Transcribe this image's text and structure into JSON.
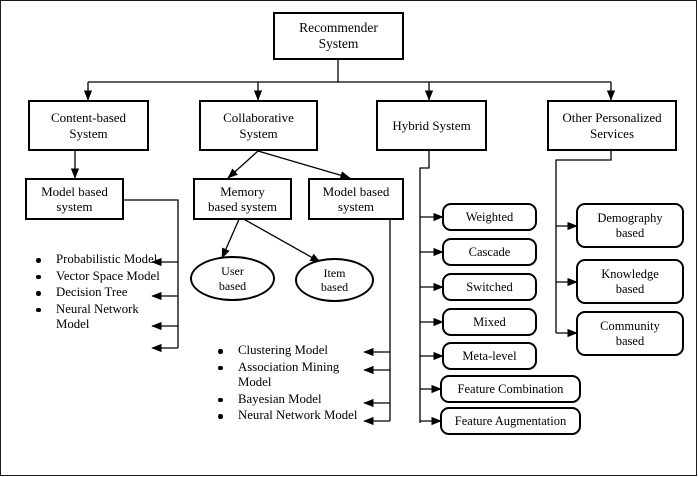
{
  "diagram": {
    "title": "Recommender System Taxonomy",
    "root": {
      "label": "Recommender\nSystem",
      "text": "Recommender System"
    },
    "level1": [
      {
        "id": "content-based-system",
        "label": "Content-based\nSystem"
      },
      {
        "id": "collaborative-system",
        "label": "Collaborative\nSystem"
      },
      {
        "id": "hybrid-system",
        "label": "Hybrid System"
      },
      {
        "id": "other-personalized-services",
        "label": "Other Personalized\nServices"
      }
    ],
    "content_branch": {
      "child": {
        "id": "content-model-based-system",
        "label": "Model based\nsystem"
      },
      "items": [
        "Probabilistic Model",
        "Vector Space Model",
        "Decision Tree",
        "Neural Network Model"
      ]
    },
    "collaborative_branch": {
      "memory": {
        "id": "memory-based-system",
        "label": "Memory\nbased system"
      },
      "model": {
        "id": "collab-model-based-system",
        "label": "Model based\nsystem"
      },
      "ellipses": [
        {
          "id": "user-based",
          "label": "User\nbased"
        },
        {
          "id": "item-based",
          "label": "Item\nbased"
        }
      ],
      "items": [
        "Clustering Model",
        "Association Mining Model",
        "Bayesian Model",
        "Neural Network Model"
      ]
    },
    "hybrid_branch": {
      "items": [
        {
          "id": "weighted",
          "label": "Weighted"
        },
        {
          "id": "cascade",
          "label": "Cascade"
        },
        {
          "id": "switched",
          "label": "Switched"
        },
        {
          "id": "mixed",
          "label": "Mixed"
        },
        {
          "id": "meta-level",
          "label": "Meta-level"
        },
        {
          "id": "feature-combination",
          "label": "Feature Combination"
        },
        {
          "id": "feature-augmentation",
          "label": "Feature Augmentation"
        }
      ]
    },
    "other_branch": {
      "items": [
        {
          "id": "demography-based",
          "label": "Demography\nbased"
        },
        {
          "id": "knowledge-based",
          "label": "Knowledge\nbased"
        },
        {
          "id": "community-based",
          "label": "Community\nbased"
        }
      ]
    },
    "colors": {
      "stroke": "#000000",
      "background": "#ffffff",
      "text": "#000000",
      "frame": "#1a1a1a"
    }
  }
}
